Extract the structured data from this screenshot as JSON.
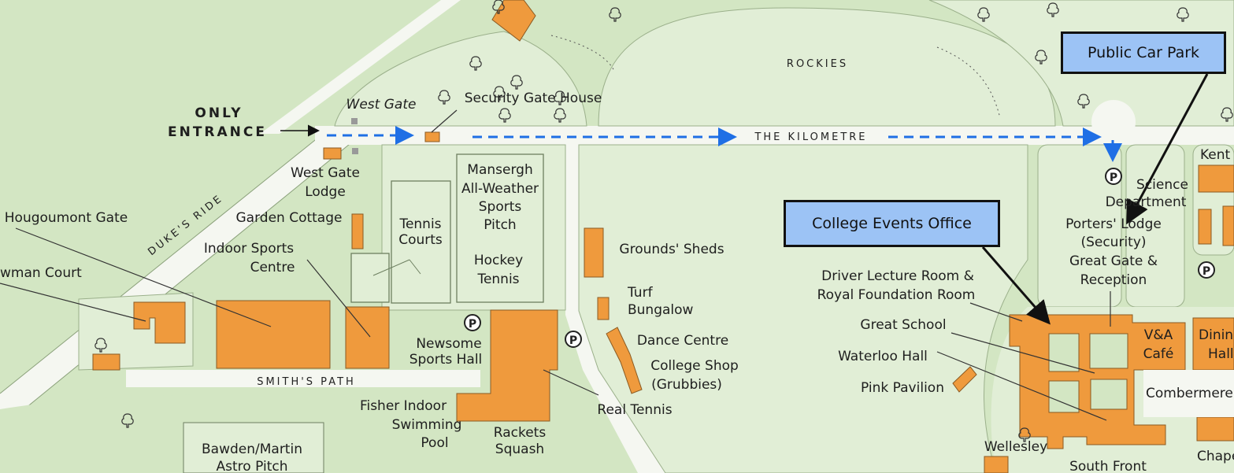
{
  "callouts": {
    "public_car_park": "Public Car Park",
    "college_events_office": "College Events Office"
  },
  "labels": {
    "only": "ONLY",
    "entrance": "ENTRANCE",
    "west_gate": "West Gate",
    "security_gate_house": "Security Gate House",
    "rockies": "ROCKIES",
    "the_kilometre": "THE KILOMETRE",
    "dukes_ride": "DUKE'S RIDE",
    "west_gate_lodge": [
      "West Gate",
      "Lodge"
    ],
    "hougoumont_gate": "Hougoumont Gate",
    "garden_cottage": "Garden Cottage",
    "tennis_courts": [
      "Tennis",
      "Courts"
    ],
    "mansergh": [
      "Mansergh",
      "All-Weather",
      "Sports",
      "Pitch"
    ],
    "hockey_tennis": [
      "Hockey",
      "Tennis"
    ],
    "indoor_sports_centre": [
      "Indoor Sports",
      "Centre"
    ],
    "newman_court": "wman Court",
    "smiths_path": "SMITH'S PATH",
    "newsome_sports_hall": [
      "Newsome",
      "Sports Hall"
    ],
    "fisher_pool": [
      "Fisher Indoor",
      "Swimming",
      "Pool"
    ],
    "rackets_squash": [
      "Rackets",
      "Squash"
    ],
    "real_tennis": "Real Tennis",
    "grounds_sheds": "Grounds' Sheds",
    "turf_bungalow": [
      "Turf",
      "Bungalow"
    ],
    "dance_centre": "Dance Centre",
    "college_shop": [
      "College Shop",
      "(Grubbies)"
    ],
    "bawden_martin": [
      "Bawden/Martin",
      "Astro Pitch"
    ],
    "driver_lecture": [
      "Driver Lecture Room &",
      "Royal Foundation Room"
    ],
    "great_school": "Great School",
    "waterloo_hall": "Waterloo Hall",
    "pink_pavilion": "Pink Pavilion",
    "wellesley": "Wellesley",
    "south_front": "South Front",
    "science_department": [
      "Science",
      "Department"
    ],
    "porters_lodge": [
      "Porters' Lodge",
      "(Security)",
      "Great Gate &",
      "Reception"
    ],
    "kent": "Kent",
    "va_cafe": [
      "V&A",
      "Café"
    ],
    "dining_hall": [
      "Dinin",
      "Hall"
    ],
    "combermere": "Combermere",
    "chapel": "Chape",
    "parking_symbol": "P"
  },
  "colors": {
    "grass": "#d3e6c3",
    "field": "#e1eed6",
    "path": "#f5f7f1",
    "building": "#ef9a3d",
    "route": "#1f6fe5",
    "callout_bg": "#9cc3f5"
  },
  "icons": [
    "tree-icon",
    "parking-icon",
    "arrow-icon"
  ]
}
